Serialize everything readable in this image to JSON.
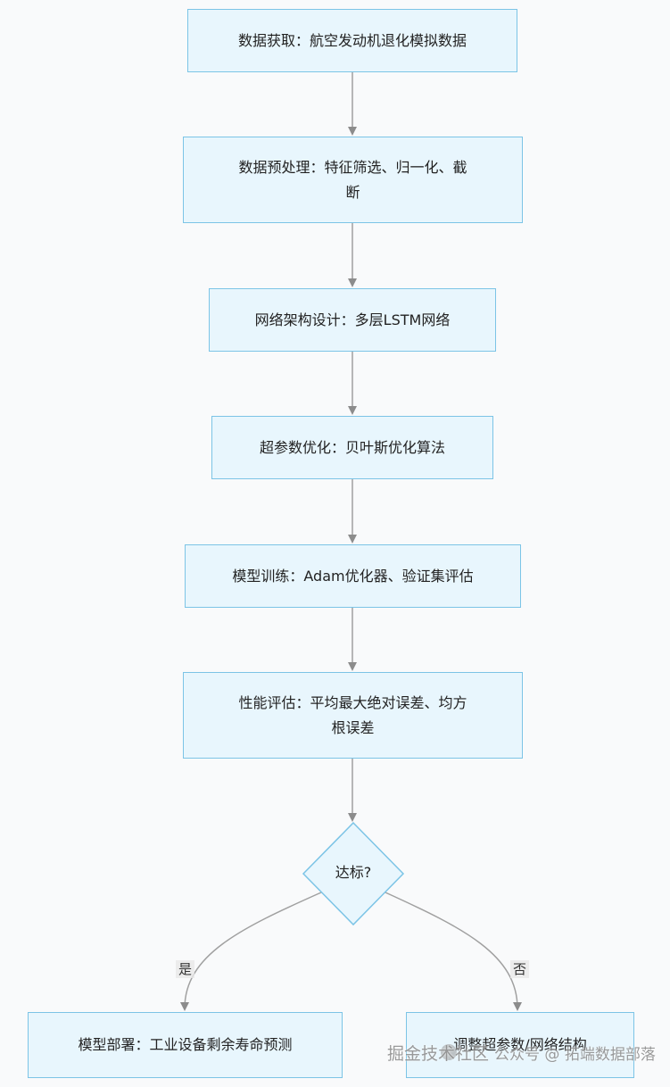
{
  "flowchart": {
    "nodes": {
      "data_acquisition": "数据获取：航空发动机退化模拟数据",
      "preprocessing": [
        "数据预处理：特征筛选、归一化、截",
        "断"
      ],
      "architecture": "网络架构设计：多层LSTM网络",
      "hyperparameter": "超参数优化：贝叶斯优化算法",
      "training": "模型训练：Adam优化器、验证集评估",
      "evaluation": [
        "性能评估：平均最大绝对误差、均方",
        "根误差"
      ],
      "decision": "达标?",
      "deploy": "模型部署：工业设备剩余寿命预测",
      "adjust": "调整超参数/网络结构"
    },
    "edge_labels": {
      "yes": "是",
      "no": "否"
    }
  },
  "watermark": {
    "platform": "掘金技术社区",
    "account": "公众号 @ 拓端数据部落"
  },
  "colors": {
    "node_fill": "#e8f6fd",
    "node_border": "#7cc4e6",
    "edge": "#a0a0a0",
    "arrow_head": "#8c8c8c"
  }
}
